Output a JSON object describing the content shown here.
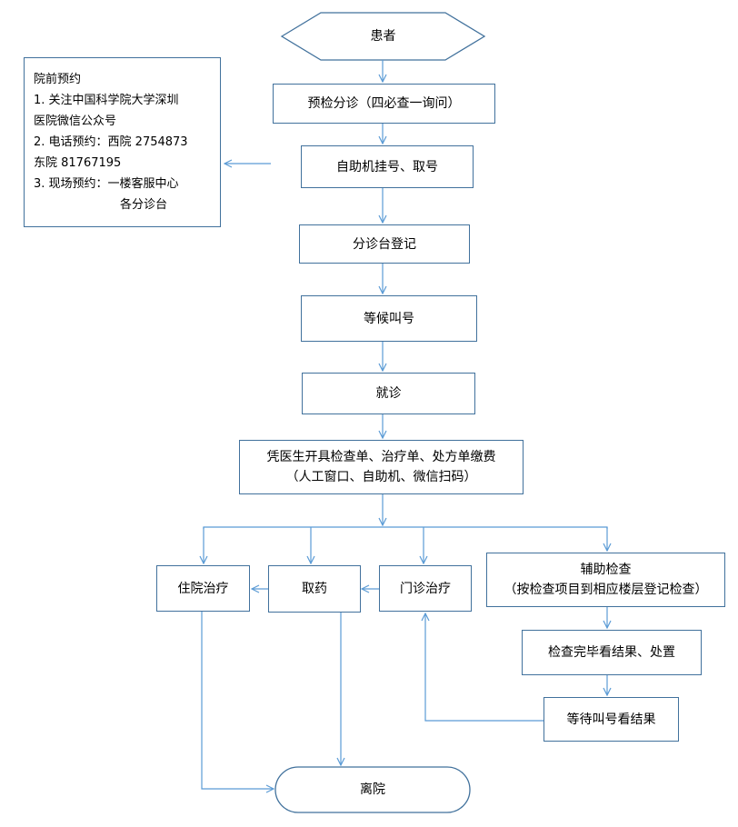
{
  "diagram": {
    "patient": "患者",
    "precheck": "预检分诊（四必查一询问）",
    "self_register": "自助机挂号、取号",
    "triage_register": "分诊台登记",
    "wait_call": "等候叫号",
    "consult": "就诊",
    "payment_line1": "凭医生开具检查单、治疗单、处方单缴费",
    "payment_line2": "（人工窗口、自助机、微信扫码）",
    "inpatient": "住院治疗",
    "pharmacy": "取药",
    "outpatient": "门诊治疗",
    "aux_check_line1": "辅助检查",
    "aux_check_line2": "（按检查项目到相应楼层登记检查）",
    "check_result": "检查完毕看结果、处置",
    "wait_result": "等待叫号看结果",
    "discharge": "离院",
    "appointment": {
      "title": "院前预约",
      "lines": [
        "1.  关注中国科学院大学深圳",
        "医院微信公众号",
        "2.  电话预约：西院 2754873",
        "东院 81767195",
        "3.  现场预约：一楼客服中心",
        "各分诊台"
      ]
    }
  }
}
